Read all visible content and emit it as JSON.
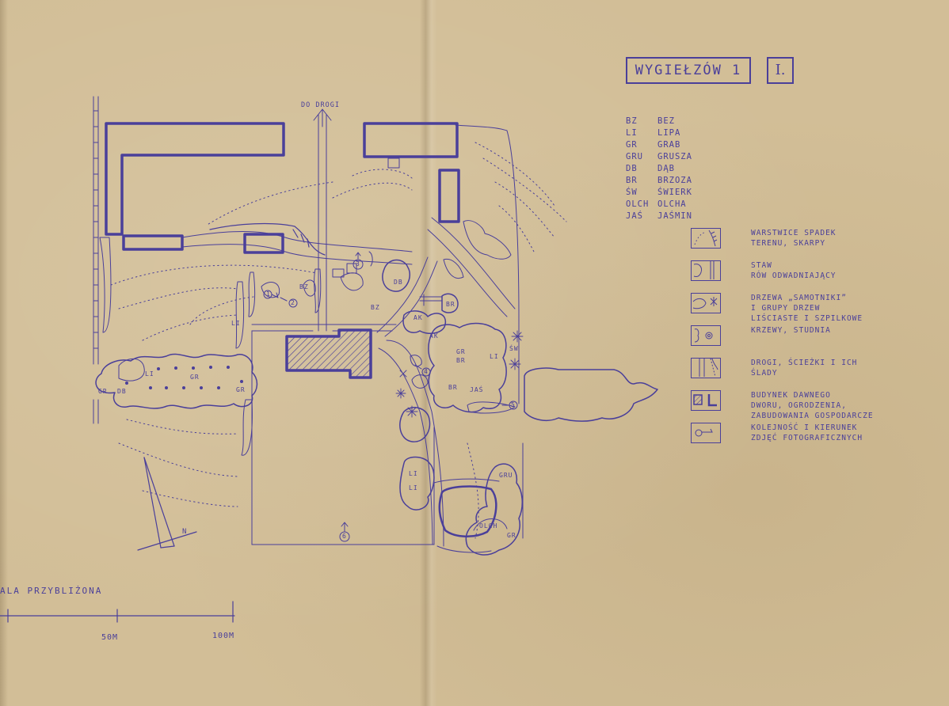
{
  "title": "WYGIEŁZÓW 1",
  "sheet_number": "I.",
  "road_label": "DO DROGI",
  "abbreviations": [
    {
      "code": "BZ",
      "name": "BEZ"
    },
    {
      "code": "LI",
      "name": "LIPA"
    },
    {
      "code": "GR",
      "name": "GRAB"
    },
    {
      "code": "GRU",
      "name": "GRUSZA"
    },
    {
      "code": "DB",
      "name": "DĄB"
    },
    {
      "code": "BR",
      "name": "BRZOZA"
    },
    {
      "code": "ŚW",
      "name": "ŚWIERK"
    },
    {
      "code": "OLCH",
      "name": "OLCHA"
    },
    {
      "code": "JAŚ",
      "name": "JAŚMIN"
    }
  ],
  "legend": [
    {
      "symbol": "slope-symbol",
      "lines": [
        "WARSTWICE SPADEK",
        "TERENU, SKARPY"
      ]
    },
    {
      "symbol": "pond-symbol",
      "lines": [
        "STAW",
        "RÓW ODWADNIAJĄCY"
      ]
    },
    {
      "symbol": "tree-symbol",
      "lines": [
        "DRZEWA „SAMOTNIKI”",
        "I GRUPY DRZEW",
        "LIŚCIASTE I SZPILKOWE"
      ]
    },
    {
      "symbol": "shrub-symbol",
      "lines": [
        "KRZEWY, STUDNIA"
      ]
    },
    {
      "symbol": "road-symbol",
      "lines": [
        "DROGI, ŚCIEŻKI I ICH",
        "ŚLADY"
      ]
    },
    {
      "symbol": "building-symbol",
      "lines": [
        "BUDYNEK DAWNEGO",
        "DWORU, OGRODZENIA,",
        "ZABUDOWANIA GOSPODARCZE"
      ]
    },
    {
      "symbol": "photo-symbol",
      "lines": [
        "KOLEJNOŚĆ I KIERUNEK",
        "ZDJĘĆ FOTOGRAFICZNYCH"
      ]
    }
  ],
  "scale": {
    "label": "ALA PRZYBLIŻONA",
    "mark_50": "50M",
    "mark_100": "100M"
  },
  "north_label": "N",
  "photo_numbers": [
    "1",
    "2",
    "3",
    "4",
    "5",
    "6"
  ],
  "map_labels": {
    "bz1": "BZ",
    "bz2": "BZ",
    "li_path": "LI",
    "db_top": "DB",
    "br_top": "BR",
    "ak1": "AK",
    "ak2": "AK",
    "gr_big": "GR",
    "br_big": "BR",
    "li_big": "LI",
    "sw": "ŚW",
    "br_low": "BR",
    "jas": "JAŚ",
    "gr_row": "GR",
    "li_row": "LI",
    "gr_row_left": "GR",
    "db_row_left": "DB",
    "gr_row_right": "GR",
    "li_low1": "LI",
    "li_low2": "LI",
    "gru_low": "GRU",
    "olch_low": "OLCH",
    "gr_low": "GR"
  },
  "colors": {
    "ink": "#4a3f9a",
    "paper": "#d2be97"
  }
}
